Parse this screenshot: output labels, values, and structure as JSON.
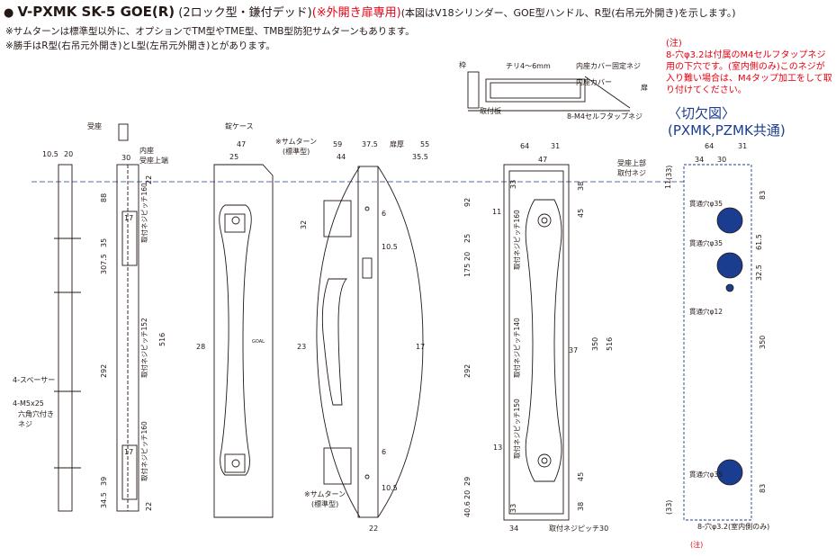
{
  "header": {
    "bullet": "●",
    "model": "V-PXMK SK-5 GOE",
    "model_suffix": "(R)",
    "type": "(2ロック型・鎌付デッド)",
    "warning": "(※外開き扉専用)",
    "description": "(本図はV18シリンダー、GOE型ハンドル、R型(右吊元外開き)を示します。)"
  },
  "notes": [
    "※サムターンは標準型以外に、オプションでTM型やTME型、TMB型防犯サムターンもあります。",
    "※勝手はR型(右吊元外開き)とL型(左吊元外開き)とがあります。"
  ],
  "red_note": {
    "heading": "(注)",
    "body": "8-穴φ3.2は付属のM4セルフタップネジ用の下穴です。(室内側のみ)このネジが入り難い場合は、M4タップ加工をして取り付けてください。"
  },
  "cutout_title": {
    "line1": "〈切欠図〉",
    "line2": "(PXMK,PZMK共通)"
  },
  "labels": {
    "ukeza": "受座",
    "jouza_case": "錠ケース",
    "thumbturn_top": "※サムターン",
    "thumbturn_std": "(標準型)",
    "thumbturn_bottom": "※サムターン",
    "naiza_uke": "内座",
    "uke_jouhan": "受座上端",
    "tobiraatsu": "扉厚",
    "frame": "枠",
    "tobira": "扉",
    "chiri": "チリ4〜6mm",
    "naiza_cover_screw": "内座カバー固定ネジ",
    "naiza_cover": "内座カバー",
    "toritsuke_ita": "取付板",
    "m4_screw": "8-M4セルフタップネジ",
    "uke_joubu": "受座上部",
    "toritsuke_neji": "取付ネジ",
    "spacer": "4-スペーサー",
    "m5": "4-M5x25",
    "hex1": "六角穴付き",
    "hex2": "ネジ",
    "pitch30": "取付ネジピッチ30",
    "pitch160a": "取付ネジピッチ160",
    "pitch152": "取付ネジピッチ152",
    "pitch160b": "取付ネジピッチ160",
    "pitch160c": "取付ネジピッチ160",
    "pitch140": "取付ネジピッチ140",
    "pitch150": "取付ネジピッチ150",
    "kantsu35a": "貫通穴φ35",
    "kantsu35b": "貫通穴φ35",
    "kantsu12": "貫通穴φ12",
    "kantsu35c": "貫通穴φ35",
    "holes32": "8-穴φ3.2(室内側のみ)",
    "chu": "(注)",
    "goal": "GOAL"
  },
  "dims": {
    "d10_5": "10.5",
    "d20": "20",
    "d30": "30",
    "d88": "88",
    "d35": "35",
    "d17a": "17",
    "d307_5": "307.5",
    "d292a": "292",
    "d17b": "17",
    "d39": "39",
    "d34_5": "34.5",
    "d22a": "22",
    "d22b": "22",
    "d47a": "47",
    "d25": "25",
    "d28": "28",
    "d59": "59",
    "d37_5": "37.5",
    "d55": "55",
    "d44": "44",
    "d35_5": "35.5",
    "d32": "32",
    "d6a": "6",
    "d10_5b": "10.5",
    "d23": "23",
    "d17c": "17",
    "d6b": "6",
    "d10_5c": "10.5",
    "d22c": "22",
    "d64a": "64",
    "d31a": "31",
    "d47b": "47",
    "d92": "92",
    "d25b": "25",
    "d20b": "20",
    "d175": "175",
    "d292b": "292",
    "d29": "29",
    "d20c": "20",
    "d40_6": "40.6",
    "d33a": "33",
    "d11": "11",
    "d38a": "38",
    "d45a": "45",
    "d37": "37",
    "d350a": "350",
    "d516a": "516",
    "d45b": "45",
    "d38b": "38",
    "d13": "13",
    "d33b": "33",
    "d34": "34",
    "d516b": "516",
    "c64": "64",
    "c31": "31",
    "c34": "34",
    "c30": "30",
    "c11": "11",
    "c83a": "83",
    "c61_5": "61.5",
    "c32_5": "32.5",
    "c350": "350",
    "c83b": "83",
    "c33a": "(33)",
    "c33b": "(33)"
  },
  "colors": {
    "warning": "#e60012",
    "cutout_title": "#1a3d8f",
    "hole_fill": "#1a3d8f",
    "centerline": "#1a3d8f"
  }
}
